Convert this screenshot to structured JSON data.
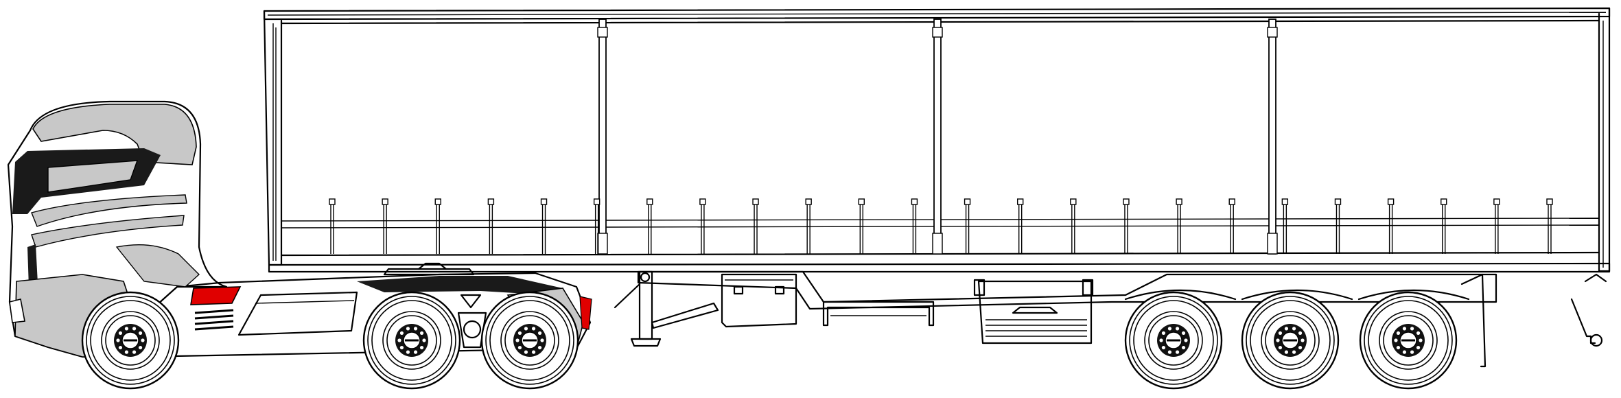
{
  "colors": {
    "outline": "#000000",
    "cab_panel": "#c8c8c8",
    "cab_dark": "#1a1a1a",
    "accent": "#e00000",
    "background": "#ffffff"
  },
  "chart_data": {
    "type": "diagram",
    "subject": "tractor-unit-with-curtain-side-semi-trailer",
    "tractor_axles": 3,
    "trailer_axles": 3,
    "curtain_bays": 4,
    "curtain_straps_visible": 24
  }
}
